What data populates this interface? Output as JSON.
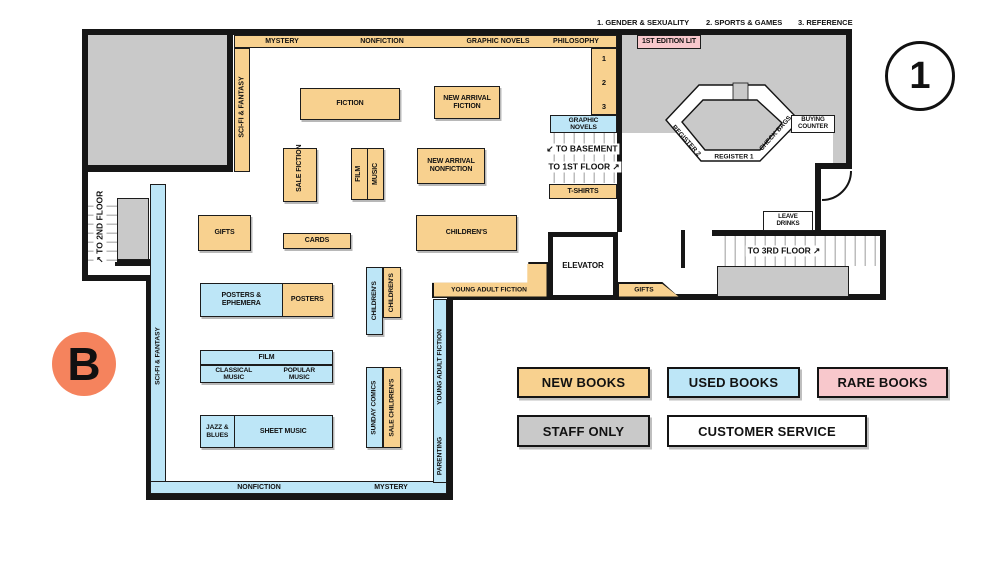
{
  "colors": {
    "new_books": "#F8D18F",
    "used_books": "#BDE6F7",
    "rare_books": "#F8C8CC",
    "staff_only": "#C9C9C9",
    "customer_service": "#FFFFFF",
    "building_badge": "#F5835D",
    "wall": "#161616"
  },
  "header": {
    "cat1": "1. GENDER & SEXUALITY",
    "cat2": "2. SPORTS & GAMES",
    "cat3": "3. REFERENCE"
  },
  "badges": {
    "floor": "1",
    "building": "B"
  },
  "upper": {
    "mystery": "MYSTERY",
    "nonfiction": "NONFICTION",
    "graphic_novels": "GRAPHIC NOVELS",
    "philosophy": "PHILOSOPHY",
    "scifi": "SCI-FI & FANTASY",
    "num1": "1",
    "num2": "2",
    "num3": "3",
    "fiction": "FICTION",
    "new_arrival_fiction": "NEW ARRIVAL FICTION",
    "sale_fiction": "SALE FICTION",
    "film": "FILM",
    "music": "MUSIC",
    "new_arrival_nonfiction": "NEW ARRIVAL NONFICTION",
    "gifts": "GIFTS",
    "cards": "CARDS",
    "childrens": "CHILDREN'S",
    "graphic_novels_shelf": "GRAPHIC NOVELS"
  },
  "register": {
    "first_edition": "1ST EDITION LIT",
    "register1": "REGISTER 1",
    "register2": "REGISTER 2",
    "check_bags": "CHECK BAGS",
    "buying_counter": "BUYING COUNTER"
  },
  "nav": {
    "to_basement": "↙ TO BASEMENT",
    "to_first": "TO 1ST FLOOR ↗",
    "to_second": "↗ TO 2ND FLOOR",
    "to_third": "TO 3RD FLOOR ↗",
    "tshirts": "T-SHIRTS",
    "elevator": "ELEVATOR",
    "leave_drinks": "LEAVE DRINKS",
    "gifts": "GIFTS",
    "ya_fiction": "YOUNG ADULT FICTION"
  },
  "lower": {
    "scifi": "SCI-FI & FANTASY",
    "posters_ephemera": "POSTERS & EPHEMERA",
    "posters": "POSTERS",
    "childrens_used": "CHILDREN'S",
    "childrens_new": "CHILDREN'S",
    "film": "FILM",
    "classical_music": "CLASSICAL MUSIC",
    "popular_music": "POPULAR MUSIC",
    "jazz_blues": "JAZZ & BLUES",
    "sheet_music": "SHEET MUSIC",
    "sunday_comics": "SUNDAY COMICS",
    "sale_childrens": "SALE CHILDREN'S",
    "ya_fiction": "YOUNG ADULT FICTION",
    "parenting": "PARENTING",
    "nonfiction": "NONFICTION",
    "mystery": "MYSTERY"
  },
  "legend": {
    "new_books": "NEW BOOKS",
    "used_books": "USED BOOKS",
    "rare_books": "RARE BOOKS",
    "staff_only": "STAFF ONLY",
    "customer_service": "CUSTOMER SERVICE"
  }
}
